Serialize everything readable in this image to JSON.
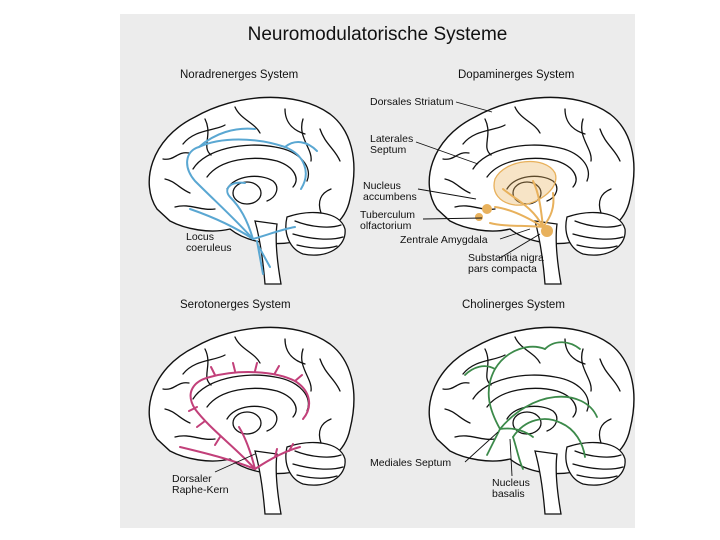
{
  "title": "Neuromodulatorische Systeme",
  "colors": {
    "background": "#ececec",
    "noradrenergic": "#5aa7d2",
    "dopaminergic": "#e8b15c",
    "serotonergic": "#c2407a",
    "cholinergic": "#3c8a4a"
  },
  "panels": {
    "noradrenergic": {
      "title": "Noradrenerges System",
      "labels": {
        "locus_line1": "Locus",
        "locus_line2": "coeruleus"
      }
    },
    "dopaminergic": {
      "title": "Dopaminerges System",
      "labels": {
        "striatum": "Dorsales Striatum",
        "septum_line1": "Laterales",
        "septum_line2": "Septum",
        "accumbens_line1": "Nucleus",
        "accumbens_line2": "accumbens",
        "tuberculum_line1": "Tuberculum",
        "tuberculum_line2": "olfactorium",
        "amygdala": "Zentrale Amygdala",
        "nigra_line1": "Substantia nigra",
        "nigra_line2": "pars compacta"
      }
    },
    "serotonergic": {
      "title": "Serotonerges System",
      "labels": {
        "raphe_line1": "Dorsaler",
        "raphe_line2": "Raphe-Kern"
      }
    },
    "cholinergic": {
      "title": "Cholinerges System",
      "labels": {
        "septum": "Mediales Septum",
        "basalis_line1": "Nucleus",
        "basalis_line2": "basalis"
      }
    }
  }
}
